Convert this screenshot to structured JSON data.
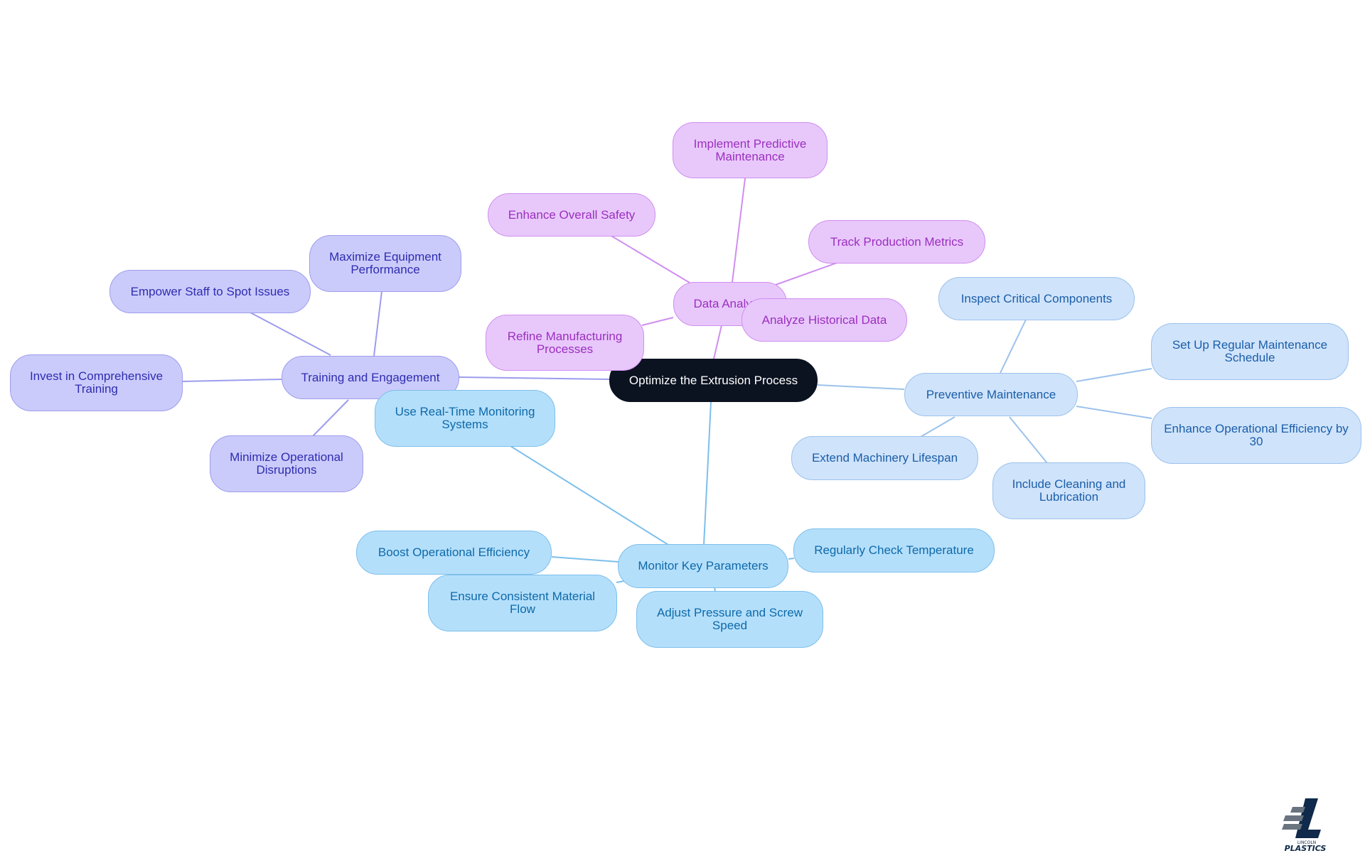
{
  "colors": {
    "central_fill": "#0b1220",
    "data_analysis": "#cf8ef0",
    "training": "#9d9ced",
    "preventive": "#9cc2ec",
    "monitoring": "#7dbfeb"
  },
  "central": {
    "label": "Optimize the Extrusion Process"
  },
  "branches": {
    "data_analysis": {
      "label": "Data Analysis",
      "children": [
        "Implement Predictive Maintenance",
        "Enhance Overall Safety",
        "Track Production Metrics",
        "Analyze Historical Data",
        "Refine Manufacturing Processes"
      ]
    },
    "training": {
      "label": "Training and Engagement",
      "children": [
        "Maximize Equipment Performance",
        "Empower Staff to Spot Issues",
        "Invest in Comprehensive Training",
        "Minimize Operational Disruptions"
      ]
    },
    "preventive": {
      "label": "Preventive Maintenance",
      "children": [
        "Inspect Critical Components",
        "Set Up Regular Maintenance Schedule",
        "Enhance Operational Efficiency by 30",
        "Include Cleaning and Lubrication",
        "Extend Machinery Lifespan"
      ]
    },
    "monitoring": {
      "label": "Monitor Key Parameters",
      "children": [
        "Use Real-Time Monitoring Systems",
        "Boost Operational Efficiency",
        "Regularly Check Temperature",
        "Ensure Consistent Material Flow",
        "Adjust Pressure and Screw Speed"
      ]
    }
  },
  "logo": {
    "text_top": "LINCOLN",
    "text_bottom": "PLASTICS",
    "icon": "lincoln-plastics-logo"
  }
}
